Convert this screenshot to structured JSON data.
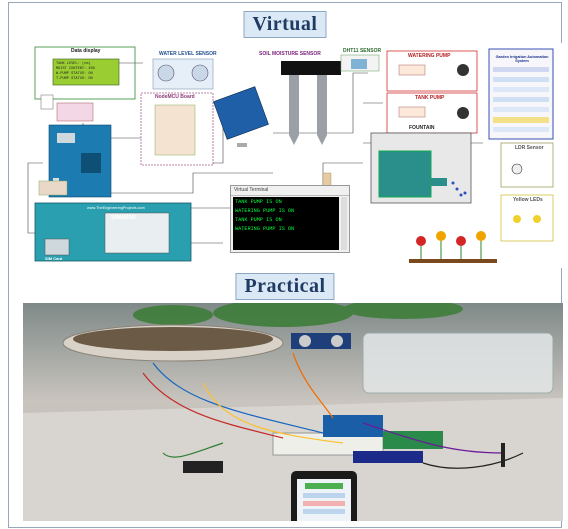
{
  "headings": {
    "virtual": "Virtual",
    "practical": "Practical"
  },
  "virtual": {
    "data_display": {
      "title": "Data display",
      "lines": [
        "TANK LEVEL:  (cm)",
        "MOIST CONTENT: 45%",
        "W-PUMP STATUS:  ON",
        "T-PUMP STATUS:  ON"
      ]
    },
    "water_level_sensor": "WATER LEVEL SENSOR",
    "soil_moisture_sensor": "SOIL MOISTURE SENSOR",
    "dht11_sensor": "DHT11 SENSOR",
    "nodemcu_board": "NodeMCU Board",
    "watering_pump": "WATERING PUMP",
    "tank_pump": "TANK PUMP",
    "fountain": "FOUNTAIN",
    "ldr_sensor": "LDR Sensor",
    "yellow_leds": "Yellow LEDs",
    "gsm": {
      "module": "SIM900D",
      "site": "www.TheEngineeringProjects.com",
      "sim_card": "SIM Card"
    },
    "terminal": {
      "title": "Virtual Terminal",
      "lines": [
        "TANK PUMP IS ON",
        "WATERING PUMP IS ON",
        "TANK PUMP IS ON",
        "WATERING PUMP IS ON"
      ]
    },
    "app_panel": {
      "title": "Garden Irrigation Automation System"
    }
  },
  "colors": {
    "heading_bg": "#dbe8f5",
    "heading_text": "#1f3b63",
    "arduino": "#1c7bb0",
    "gsm": "#2a9fb0",
    "lcd": "#9acd32",
    "terminal_text": "#00ff3c"
  }
}
